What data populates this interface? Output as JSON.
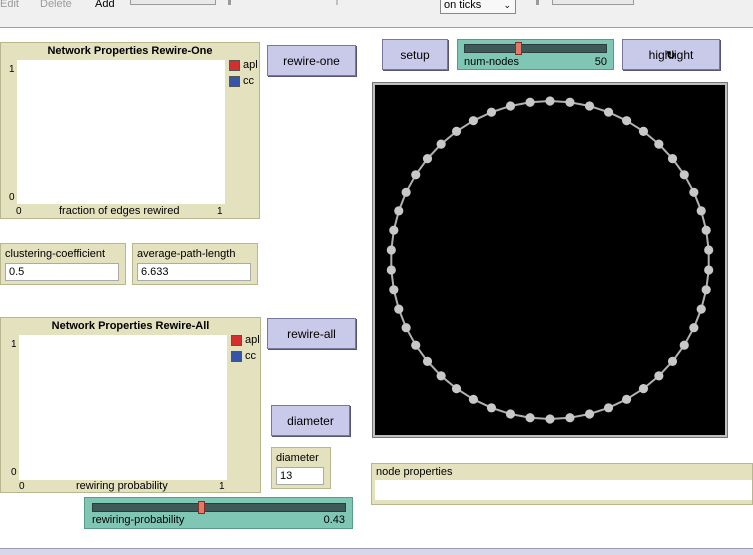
{
  "toolbar": {
    "edit_label": "Edit",
    "delete_label": "Delete",
    "add_label": "Add",
    "update_mode": "on ticks"
  },
  "plot_rewire_one": {
    "title": "Network Properties Rewire-One",
    "y_max": "1",
    "y_min": "0",
    "x_min": "0",
    "x_max": "1",
    "xlabel": "fraction of edges rewired",
    "legend": [
      {
        "label": "apl",
        "color": "#d32f2f"
      },
      {
        "label": "cc",
        "color": "#3556a8"
      }
    ]
  },
  "plot_rewire_all": {
    "title": "Network Properties Rewire-All",
    "y_max": "1",
    "y_min": "0",
    "x_min": "0",
    "x_max": "1",
    "xlabel": "rewiring probability",
    "legend": [
      {
        "label": "apl",
        "color": "#d32f2f"
      },
      {
        "label": "cc",
        "color": "#3556a8"
      }
    ]
  },
  "buttons": {
    "rewire_one": "rewire-one",
    "rewire_all": "rewire-all",
    "diameter": "diameter",
    "setup": "setup",
    "highlight": "highlight"
  },
  "monitors": {
    "clustering_label": "clustering-coefficient",
    "clustering_value": "0.5",
    "apl_label": "average-path-length",
    "apl_value": "6.633",
    "diameter_label": "diameter",
    "diameter_value": "13"
  },
  "sliders": {
    "num_nodes_label": "num-nodes",
    "num_nodes_value": "50",
    "num_nodes_fraction": 0.38,
    "rewiring_label": "rewiring-probability",
    "rewiring_value": "0.43",
    "rewiring_fraction": 0.43
  },
  "network": {
    "node_count": 50,
    "node_color": "#c8c8c8",
    "edge_color": "#b0b0b0"
  },
  "output": {
    "label": "node properties"
  }
}
